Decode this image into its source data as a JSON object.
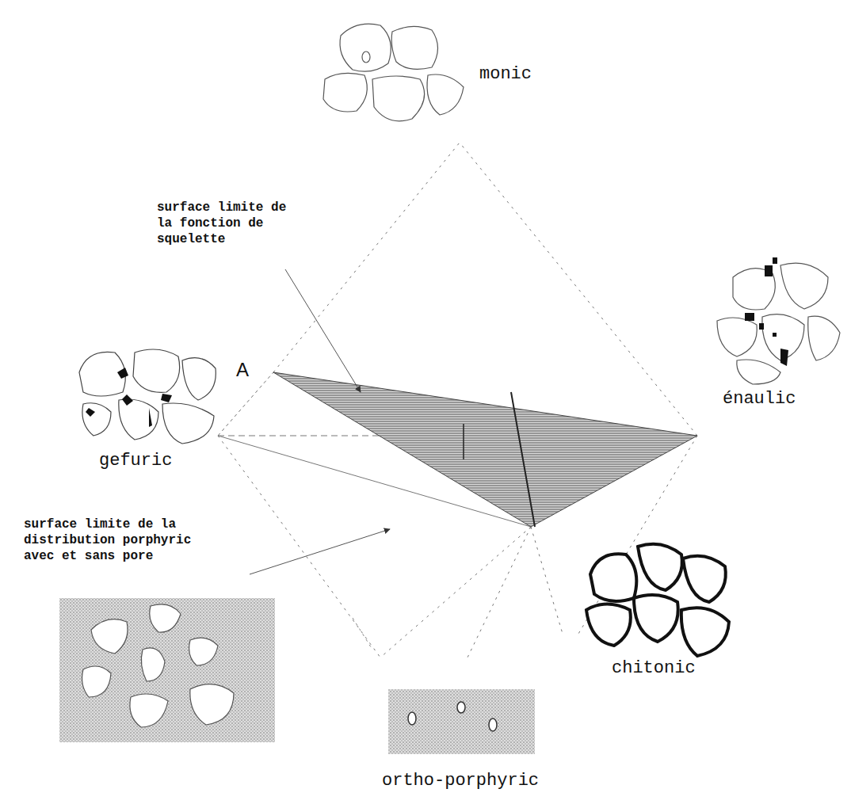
{
  "diagram": {
    "labels": [
      "monic",
      "surface limite de la fonction de squelette",
      "A",
      "gefuric",
      "énaulic",
      "surface limite de la distribution porphyric avec et sans pore",
      "chitonic",
      "ortho-porphyric"
    ]
  }
}
